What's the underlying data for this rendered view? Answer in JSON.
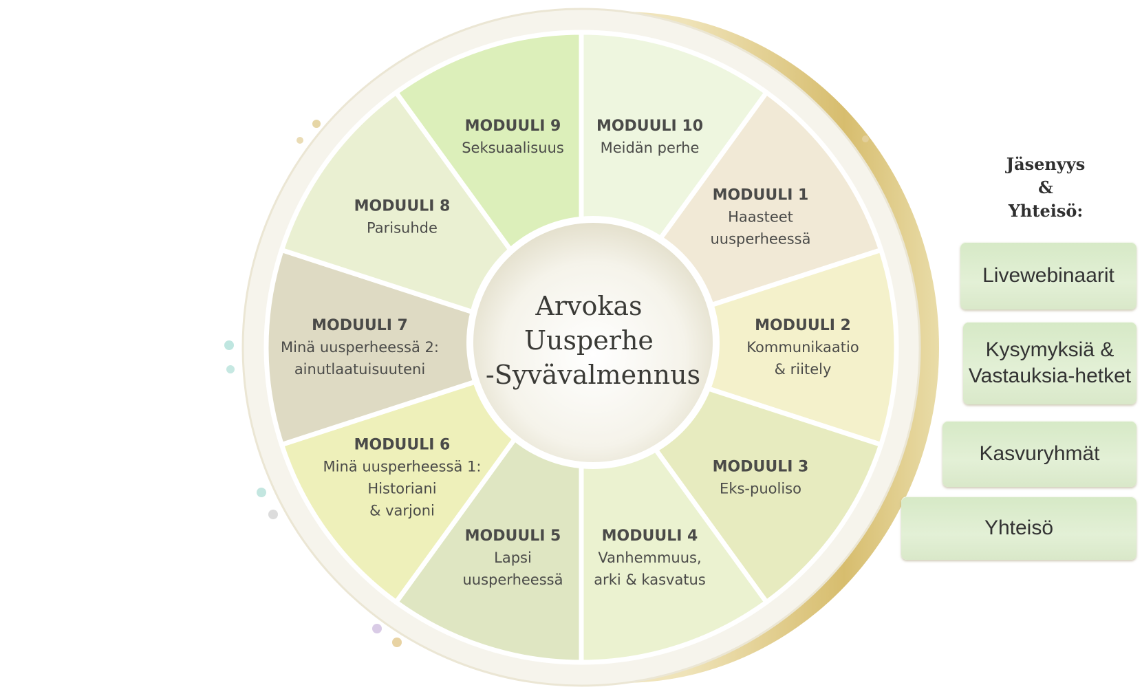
{
  "center": {
    "lines": [
      "Arvokas",
      "Uusperhe",
      "-Syvävalmennus"
    ]
  },
  "modules": [
    {
      "title": "MODUULI 10",
      "lines": [
        "Meidän perhe"
      ],
      "color": "#eef6df"
    },
    {
      "title": "MODUULI 1",
      "lines": [
        "Haasteet",
        "uusperheessä"
      ],
      "color": "#f1e9d6"
    },
    {
      "title": "MODUULI 2",
      "lines": [
        "Kommunikaatio",
        "& riitely"
      ],
      "color": "#f4f1cb"
    },
    {
      "title": "MODUULI 3",
      "lines": [
        "Eks-puoliso"
      ],
      "color": "#e7ebbf"
    },
    {
      "title": "MODUULI 4",
      "lines": [
        "Vanhemmuus,",
        "arki & kasvatus"
      ],
      "color": "#ebf2d0"
    },
    {
      "title": "MODUULI 5",
      "lines": [
        "Lapsi",
        "uusperheessä"
      ],
      "color": "#dfe6c2"
    },
    {
      "title": "MODUULI 6",
      "lines": [
        "Minä uusperheessä 1:",
        "Historiani",
        "& varjoni"
      ],
      "color": "#eef0ba"
    },
    {
      "title": "MODUULI 7",
      "lines": [
        "Minä uusperheessä 2:",
        "ainutlaatuisuuteni"
      ],
      "color": "#dedac3"
    },
    {
      "title": "MODUULI 8",
      "lines": [
        "Parisuhde"
      ],
      "color": "#eaf0d2"
    },
    {
      "title": "MODUULI 9",
      "lines": [
        "Seksuaalisuus"
      ],
      "color": "#dcefba"
    }
  ],
  "membership": {
    "title_lines": [
      "Jäsenyys",
      "&",
      "Yhteisö:"
    ],
    "items": [
      "Livewebinaarit",
      "Kysymyksiä & Vastauksia-hetket",
      "Kasvuryhmät",
      "Yhteisö"
    ]
  },
  "colors": {
    "gold": "#d9c27a",
    "rim": "#f4f1e6",
    "divider": "#ffffff",
    "text": "#4a4a48"
  }
}
